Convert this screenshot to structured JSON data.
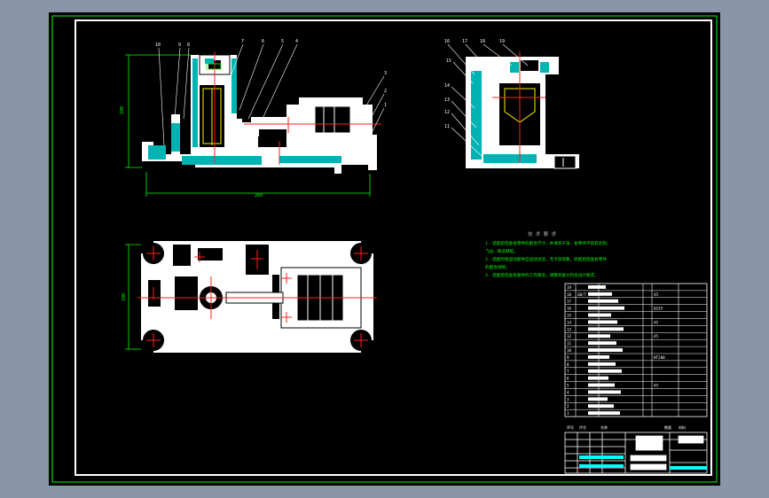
{
  "drawing": {
    "part_numbers_front": [
      "10",
      "9",
      "8",
      "7",
      "6",
      "5",
      "4",
      "3",
      "2",
      "1"
    ],
    "part_numbers_side": [
      "16",
      "17",
      "18",
      "19",
      "15",
      "14",
      "13",
      "12",
      "11"
    ],
    "dim_front_height": "100",
    "dim_front_width": "260",
    "dim_top_depth": "100",
    "colors": {
      "background": "#000000",
      "frame": "#ffffff",
      "border_green": "#00ff00",
      "section_hatch": "#00b3b3",
      "centerline_red": "#ff2020",
      "text_green": "#00ff00",
      "notes_title_gray": "#b0b0b0"
    }
  },
  "notes": {
    "title": "技 术 要 求",
    "lines": [
      "1. 装配前检查各零件的配合尺寸，并清洗干净，各零件不得有毛刺、",
      "   飞边、铸造缺陷。",
      "2. 装配时各运动部件应运动灵活，无卡滞现象，装配后检查各零件",
      "   的配合间隙。",
      "3. 装配后检查各部件的工作情况，调整夹紧力符合设计要求。"
    ]
  },
  "bom_rows": [
    [
      "19",
      "",
      "",
      "",
      ""
    ],
    [
      "18",
      "GB/T 70.1",
      "",
      "",
      "45"
    ],
    [
      "17",
      "",
      "",
      "",
      ""
    ],
    [
      "16",
      "",
      "",
      "",
      "Q235"
    ],
    [
      "15",
      "",
      "",
      "",
      ""
    ],
    [
      "14",
      "",
      "",
      "",
      "45"
    ],
    [
      "13",
      "",
      "",
      "",
      ""
    ],
    [
      "12",
      "",
      "",
      "",
      "45"
    ],
    [
      "11",
      "",
      "",
      "",
      ""
    ],
    [
      "10",
      "",
      "",
      "",
      ""
    ],
    [
      "9",
      "",
      "",
      "",
      "HT200"
    ],
    [
      "8",
      "",
      "",
      "",
      ""
    ],
    [
      "7",
      "",
      "",
      "",
      ""
    ],
    [
      "6",
      "",
      "",
      "",
      ""
    ],
    [
      "5",
      "",
      "",
      "",
      "45"
    ],
    [
      "4",
      "",
      "",
      "",
      ""
    ],
    [
      "3",
      "",
      "",
      "",
      ""
    ],
    [
      "2",
      "",
      "",
      "",
      ""
    ],
    [
      "1",
      "",
      "",
      "",
      ""
    ]
  ],
  "title_block": {
    "header_labels": [
      "序号",
      "代号",
      "名称",
      "数量",
      "材料"
    ]
  }
}
